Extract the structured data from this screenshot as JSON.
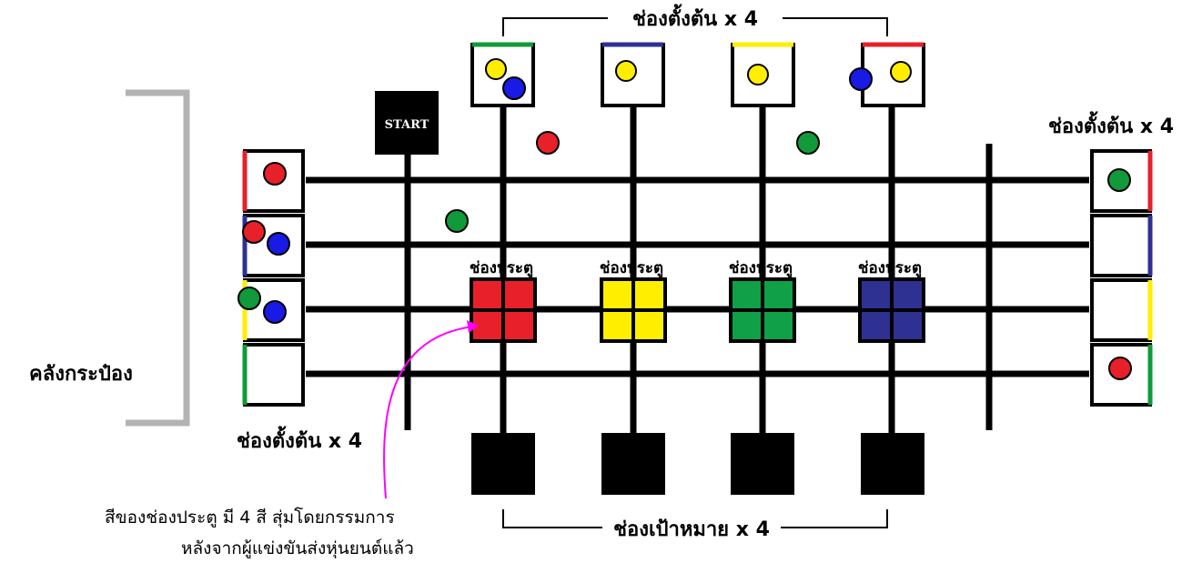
{
  "labels": {
    "start": "START",
    "top_start_zone": "ช่องตั้งต้น x 4",
    "right_start_zone": "ช่องตั้งต้น x 4",
    "left_start_zone": "ช่องตั้งต้น x 4",
    "storage": "คลังกระป๋อง",
    "gate_1": "ช่องประตู",
    "gate_2": "ช่องประตู",
    "gate_3": "ช่องประตู",
    "gate_4": "ช่องประตู",
    "target_zone": "ช่องเป้าหมาย x 4",
    "note_line1": "สีของช่องประตู มี 4 สี สุ่มโดยกรรมการ",
    "note_line2": "หลังจากผู้แข่งขันส่งหุ่นยนต์แล้ว"
  },
  "colors": {
    "red": "#e8202a",
    "blue": "#1a1ae6",
    "yellow": "#ffee00",
    "green": "#109a3a",
    "gate_red": "#e8202a",
    "gate_yellow": "#ffee00",
    "gate_green": "#0fa048",
    "gate_blue": "#2e3192",
    "edge_blue": "#2e3192",
    "arrow": "#ff00ff",
    "bracket_gray": "#b3b3b3"
  }
}
